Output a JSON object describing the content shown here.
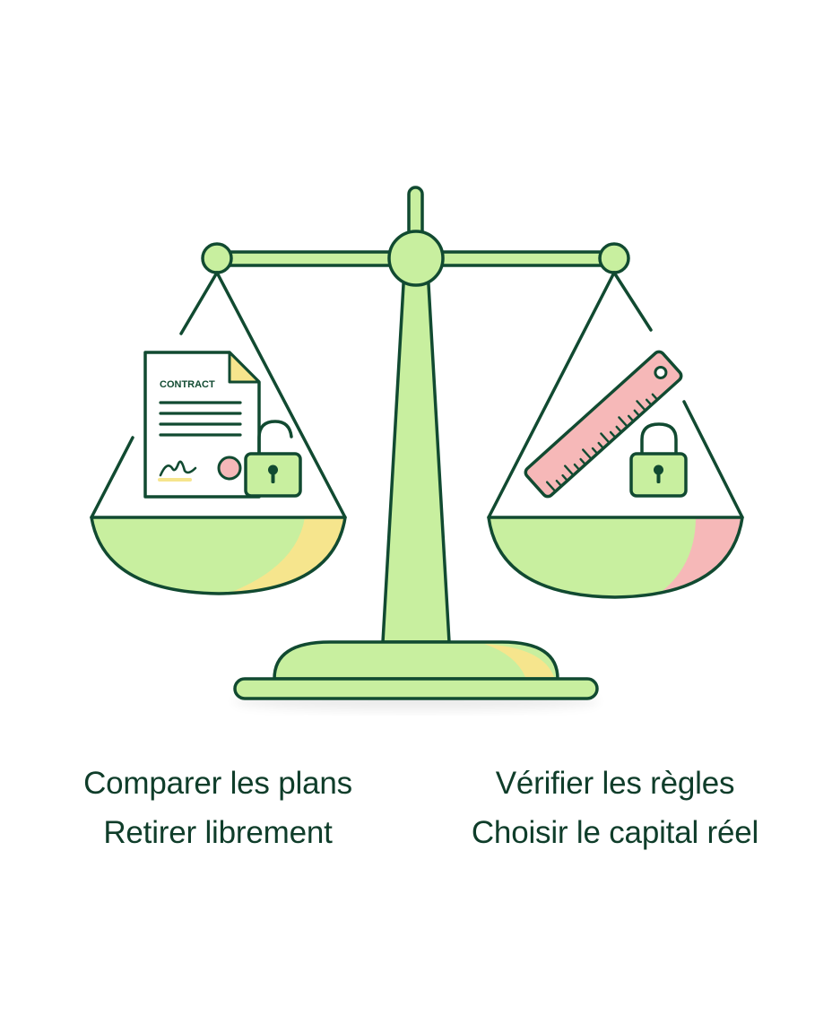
{
  "illustration": {
    "contract_label": "CONTRACT",
    "icons": {
      "left_items": [
        "contract-document-icon",
        "unlocked-padlock-icon"
      ],
      "right_items": [
        "ruler-icon",
        "locked-padlock-icon"
      ],
      "central": "balance-scale-icon"
    },
    "colors": {
      "outline": "#114a31",
      "fill_green": "#c8ef9f",
      "highlight_yellow": "#f6e58d",
      "accent_pink": "#f6b8b8",
      "document_white": "#ffffff"
    }
  },
  "captions": {
    "left": {
      "line1": "Comparer les plans",
      "line2": "Retirer librement"
    },
    "right": {
      "line1": "Vérifier les règles",
      "line2": "Choisir le capital réel"
    }
  }
}
